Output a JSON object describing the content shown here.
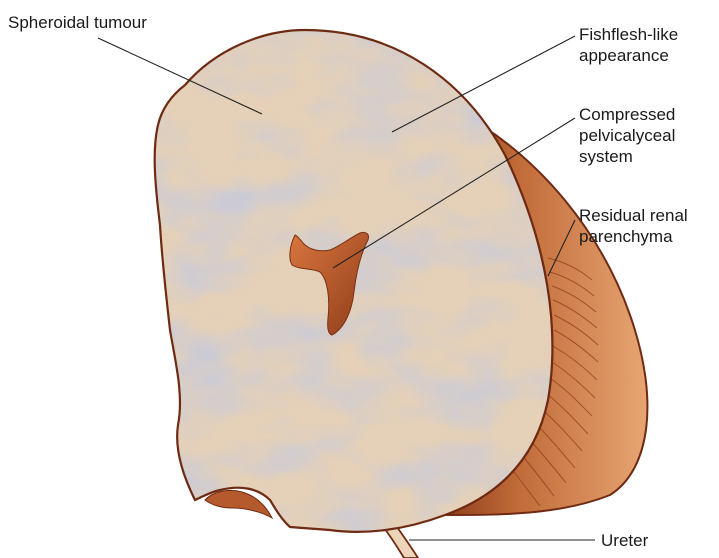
{
  "colors": {
    "tumour_fill": "#ecd5b8",
    "tumour_mottle": "#a9a9b6",
    "outline": "#6e2a12",
    "parenchyma_light": "#e2a06b",
    "parenchyma_dark": "#a8532a",
    "calyx_fill": "#b55a2c",
    "leader_line": "#222222"
  },
  "labels": {
    "spheroidal": [
      "Spheroidal tumour"
    ],
    "fishflesh": [
      "Fishflesh-like",
      "appearance"
    ],
    "pelvicalyceal": [
      "Compressed",
      "pelvicalyceal",
      "system"
    ],
    "residual": [
      "Residual renal",
      "parenchyma"
    ],
    "ureter": [
      "Ureter"
    ]
  }
}
